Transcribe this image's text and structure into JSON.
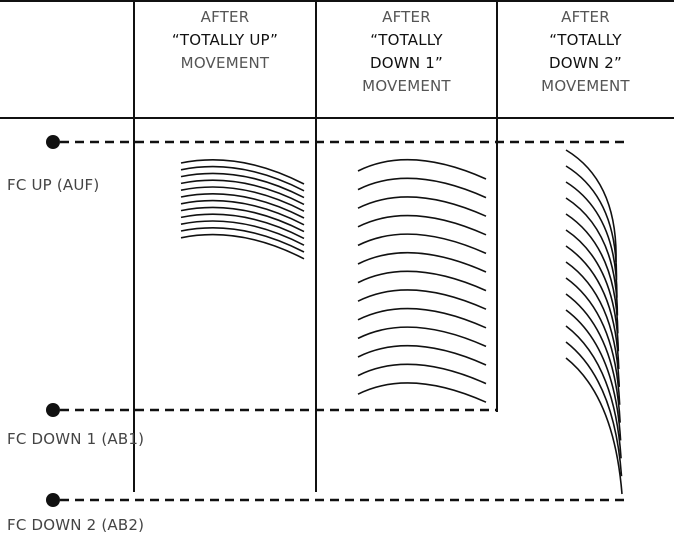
{
  "columns": [
    {
      "line1": "AFTER",
      "line2": "“TOTALLY UP”",
      "line3": "MOVEMENT",
      "line4": ""
    },
    {
      "line1": "AFTER",
      "line2": "“TOTALLY",
      "line3": "DOWN 1”",
      "line4": "MOVEMENT"
    },
    {
      "line1": "AFTER",
      "line2": "“TOTALLY",
      "line3": "DOWN 2”",
      "line4": "MOVEMENT"
    }
  ],
  "positions": [
    {
      "label": "FC UP (AUF)"
    },
    {
      "label": "FC DOWN 1 (AB1)"
    },
    {
      "label": "FC DOWN 2 (AB2)"
    }
  ],
  "colors": {
    "line": "#111111",
    "label": "#444444",
    "header": "#555555"
  }
}
